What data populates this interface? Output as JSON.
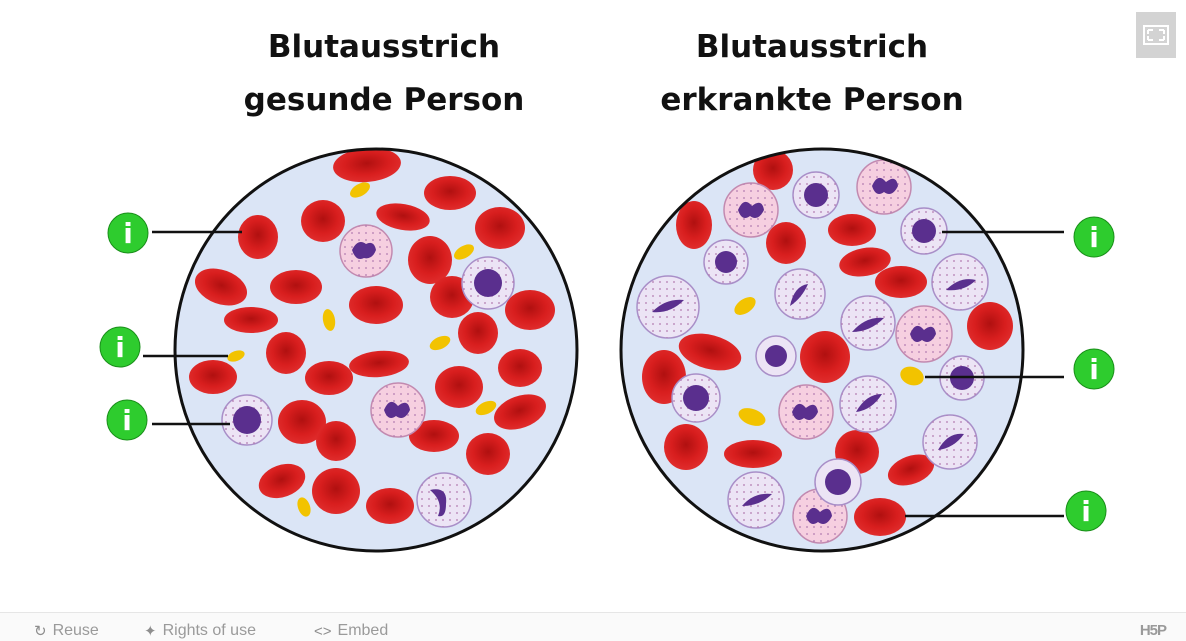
{
  "left_panel": {
    "title_line1": "Blutausstrich",
    "title_line2": "gesunde Person",
    "hotspot_glyph": "i"
  },
  "right_panel": {
    "title_line1": "Blutausstrich",
    "title_line2": "erkrankte Person",
    "hotspot_glyph": "i"
  },
  "toolbar": {
    "fullscreen_icon": "fullscreen-icon"
  },
  "footer": {
    "reuse_label": "Reuse",
    "rights_label": "Rights of use",
    "embed_label": "Embed",
    "embed_glyph": "<>",
    "brand_label": "H5P"
  },
  "colors": {
    "rbc": "#cf1c1c",
    "rbc_light": "#e33a3a",
    "platelet": "#f2c300",
    "smear_bg": "#dbe5f6",
    "wbc_cyto_pink": "#f6cfe0",
    "wbc_cyto_lilac": "#ece4f5",
    "nucleus": "#5a2f8e",
    "hotspot": "#2ecc2e"
  }
}
